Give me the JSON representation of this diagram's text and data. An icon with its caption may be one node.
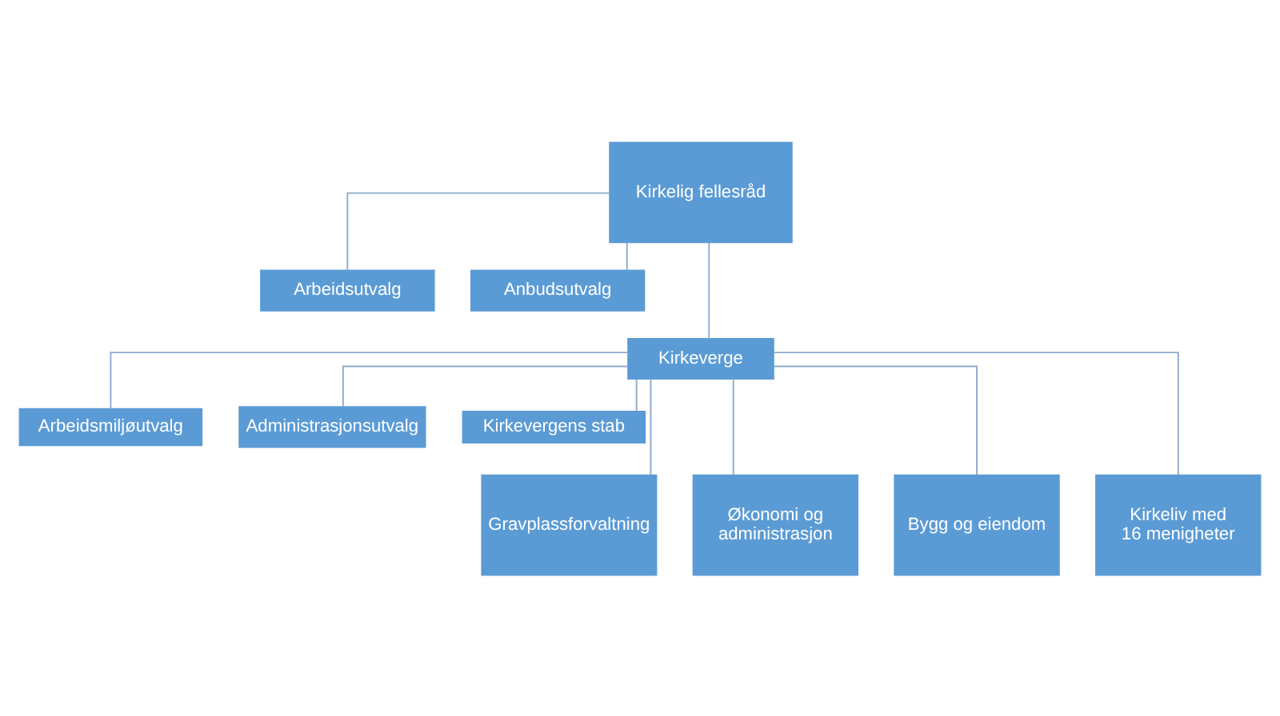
{
  "diagram": {
    "nodes": [
      {
        "text": [
          "Kirkelig fellesråd"
        ]
      },
      {
        "text": [
          "Arbeidsutvalg"
        ]
      },
      {
        "text": [
          "Anbudsutvalg"
        ]
      },
      {
        "text": [
          "Kirkeverge"
        ]
      },
      {
        "text": [
          "Arbeidsmiljøutvalg"
        ]
      },
      {
        "text": [
          "Administrasjonsutvalg"
        ]
      },
      {
        "text": [
          "Kirkevergens stab"
        ]
      },
      {
        "text": [
          "Gravplassforvaltning"
        ]
      },
      {
        "text": [
          "Økonomi og administrasjon"
        ]
      },
      {
        "text": [
          "Bygg og eiendom"
        ]
      },
      {
        "text": [
          "Kirkeliv med 16 menigheter"
        ]
      }
    ],
    "edges": [
      {
        "from": 0,
        "to": 3,
        "arrow": "none"
      },
      {
        "from": 0,
        "to": 1,
        "arrow": "none"
      },
      {
        "from": 0,
        "to": 2,
        "arrow": "none"
      },
      {
        "from": 3,
        "to": 4,
        "arrow": "none"
      },
      {
        "from": 3,
        "to": 5,
        "arrow": "none"
      },
      {
        "from": 3,
        "to": 6,
        "arrow": "none"
      },
      {
        "from": 3,
        "to": 7,
        "arrow": "none"
      },
      {
        "from": 3,
        "to": 8,
        "arrow": "none"
      },
      {
        "from": 3,
        "to": 9,
        "arrow": "none"
      },
      {
        "from": 3,
        "to": 10,
        "arrow": "none"
      }
    ]
  }
}
